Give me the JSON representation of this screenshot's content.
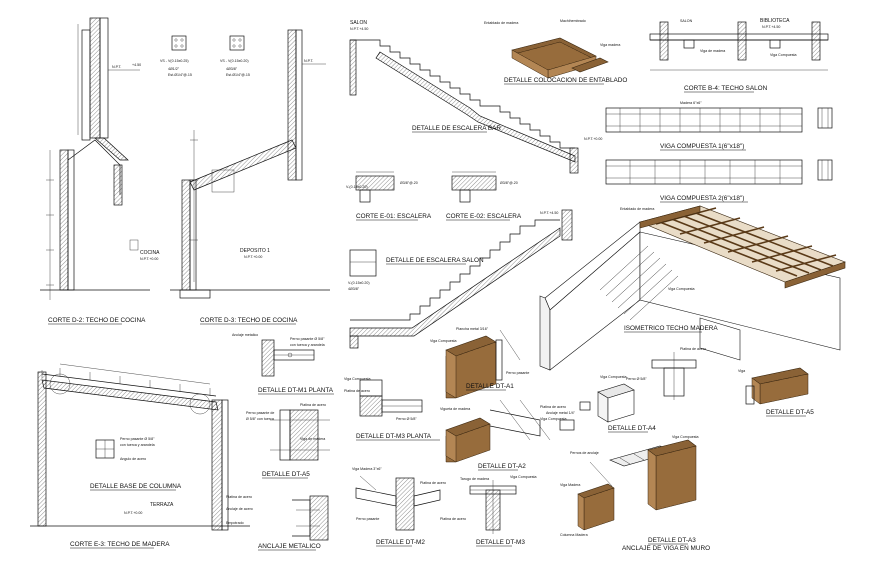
{
  "drawing": {
    "colors": {
      "line": "#111111",
      "wood_dark": "#8a6236",
      "wood_light": "#b38654",
      "background": "#ffffff"
    },
    "titles": {
      "corte_d2": "CORTE D-2:  TECHO DE COCINA",
      "corte_d3": "CORTE D-3:  TECHO DE COCINA",
      "corte_e3": "CORTE E-3:  TECHO DE MADERA",
      "base_columna": "DETALLE BASE DE COLUMNA",
      "escalera_bar": "DETALLE DE ESCALERA BAR",
      "entablado": "DETALLE COLOCACION DE ENTABLADO",
      "corte_b4": "CORTE B-4:  TECHO SALON",
      "viga_1": "VIGA COMPUESTA 1(6\"x18\")",
      "viga_2": "VIGA COMPUESTA 2(6\"x18\")",
      "corte_e01": "CORTE E-01:  ESCALERA",
      "corte_e02": "CORTE E-02:  ESCALERA",
      "escalera_salon": "DETALLE DE ESCALERA SALON",
      "isometrico": "ISOMETRICO TECHO MADERA",
      "dt_a1": "DETALLE DT-A1",
      "dt_a2": "DETALLE DT-A2",
      "dt_a3_title": "DETALLE DT-A3",
      "dt_a3_sub": "ANCLAJE DE VIGA EN MURO",
      "dt_a4": "DETALLE DT-A4",
      "dt_a5": "DETALLE DT-A5",
      "dt_m1_planta": "DETALLE DT-M1 PLANTA",
      "dt_m2": "DETALLE DT-M2",
      "dt_m3": "DETALLE DT-M3",
      "dt_m3_planta": "DETALLE DT-M3 PLANTA",
      "dt_a5_left": "DETALLE DT-A5",
      "anclaje_metalico": "ANCLAJE METALICO"
    },
    "labels": {
      "cocina": "COCINA",
      "deposito": "DEPOSITO  1",
      "salon": "SALON",
      "terraza": "TERRAZA",
      "biblioteca": "BIBLIOTECA"
    }
  }
}
